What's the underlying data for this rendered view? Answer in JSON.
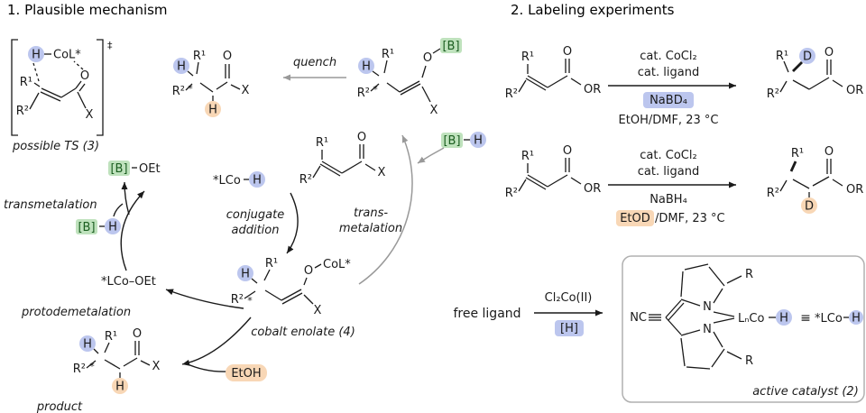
{
  "colors": {
    "highlight_blue": "#bcc6ee",
    "highlight_orange": "#f8d7b6",
    "highlight_green": "#bfe2bd",
    "step_label_red": "#8e2012",
    "gray_arrow": "#999999",
    "bond_black": "#1a1a1a"
  },
  "atoms": {
    "h": "H",
    "d": "D",
    "o": "O",
    "x": "X",
    "n": "N",
    "r": "R",
    "r1": "R¹",
    "r2": "R²",
    "or": "OR",
    "b": "[B]",
    "nc": "NC",
    "star": "*",
    "ddagger": "‡",
    "col_star": "CoL*",
    "oet": "OEt",
    "lco": "*LCo",
    "lco_oet": "*LCo–OEt",
    "lnco": "LₙCo",
    "equiv": "≡",
    "etoh": "EtOH"
  },
  "section1": {
    "title": "1. Plausible mechanism",
    "ts_label": "possible TS (3)",
    "quench": "quench",
    "transmetalation": "transmetalation",
    "conjugate_addition_line1": "conjugate",
    "conjugate_addition_line2": "addition",
    "trans_metalation_line1": "trans-",
    "trans_metalation_line2": "metalation",
    "protodemetalation": "protodemetalation",
    "cobalt_enolate_label": "cobalt enolate (4)",
    "product_label": "product"
  },
  "section2": {
    "title": "2. Labeling experiments",
    "cat_cocl2": "cat. CoCl₂",
    "cat_ligand": "cat. ligand",
    "nabd4": "NaBD₄",
    "cond_etoh_dmf": "EtOH/DMF, 23 °C",
    "nabh4": "NaBH₄",
    "etod": "EtOD",
    "cond_dmf": "/DMF, 23 °C",
    "free_ligand": "free ligand",
    "cl2co": "Cl₂Co(II)",
    "h_source": "[H]",
    "active_catalyst_label": "active catalyst (2)"
  }
}
